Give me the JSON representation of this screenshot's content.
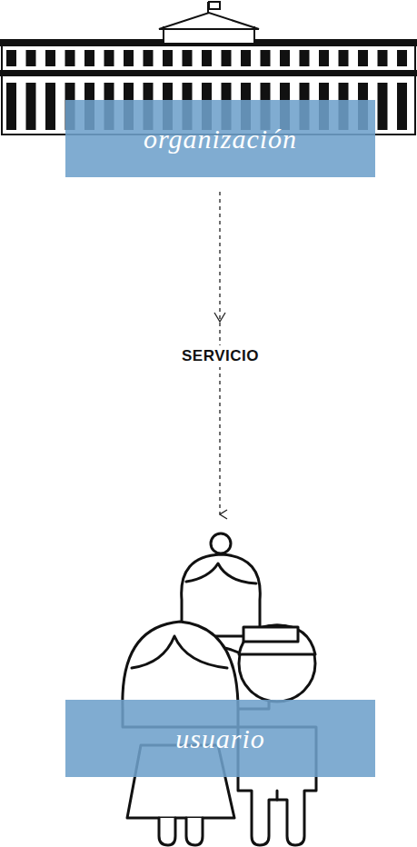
{
  "diagram": {
    "nodes": [
      {
        "text": [
          "organización"
        ]
      },
      {
        "text": [
          "usuario"
        ]
      }
    ],
    "edges": [
      {
        "from": 0,
        "to": 1,
        "arrow": "to",
        "label": "SERVICIO"
      }
    ]
  }
}
